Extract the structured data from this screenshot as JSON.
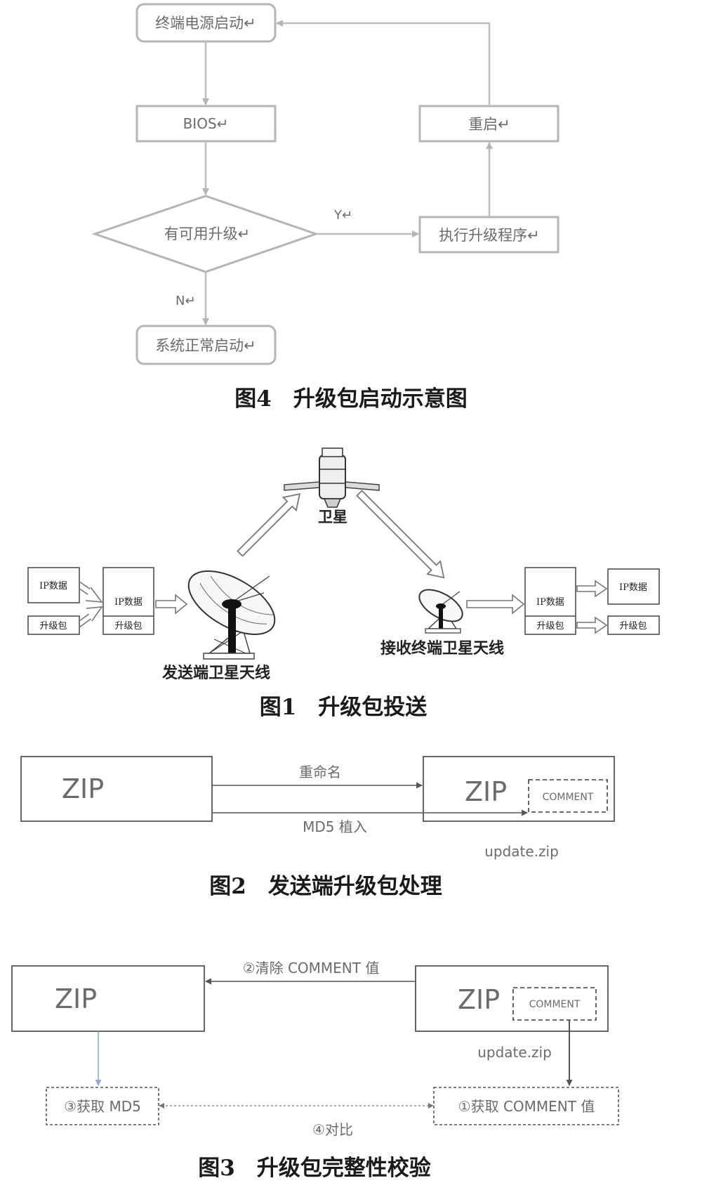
{
  "colors": {
    "box_stroke": "#b5b5b5",
    "line": "#bdbdbd",
    "text_gray": "#6b6b6b",
    "text_dark": "#222222",
    "blue_line": "#8fa9c9"
  },
  "fig4": {
    "nodes": {
      "power_on": "终端电源启动↵",
      "bios": "BIOS↵",
      "decision": "有可用升级↵",
      "run_upgrade": "执行升级程序↵",
      "reboot": "重启↵",
      "normal_boot": "系统正常启动↵"
    },
    "edges": {
      "yes": "Y↵",
      "no": "N↵"
    },
    "caption": "图4　升级包启动示意图"
  },
  "fig1": {
    "satellite": "卫星",
    "send_antenna": "发送端卫星天线",
    "recv_antenna": "接收终端卫星天线",
    "ip_data": "IP数据",
    "upgrade_pkg": "升级包",
    "caption": "图1　升级包投送"
  },
  "fig2": {
    "zip": "ZIP",
    "rename": "重命名",
    "md5_embed": "MD5 植入",
    "comment": "COMMENT",
    "file": "update.zip",
    "caption": "图2　发送端升级包处理"
  },
  "fig3": {
    "zip": "ZIP",
    "clear_comment": "②清除 COMMENT 值",
    "comment": "COMMENT",
    "file": "update.zip",
    "get_md5": "③获取 MD5",
    "get_comment": "①获取 COMMENT 值",
    "compare": "④对比",
    "caption": "图3　升级包完整性校验"
  }
}
